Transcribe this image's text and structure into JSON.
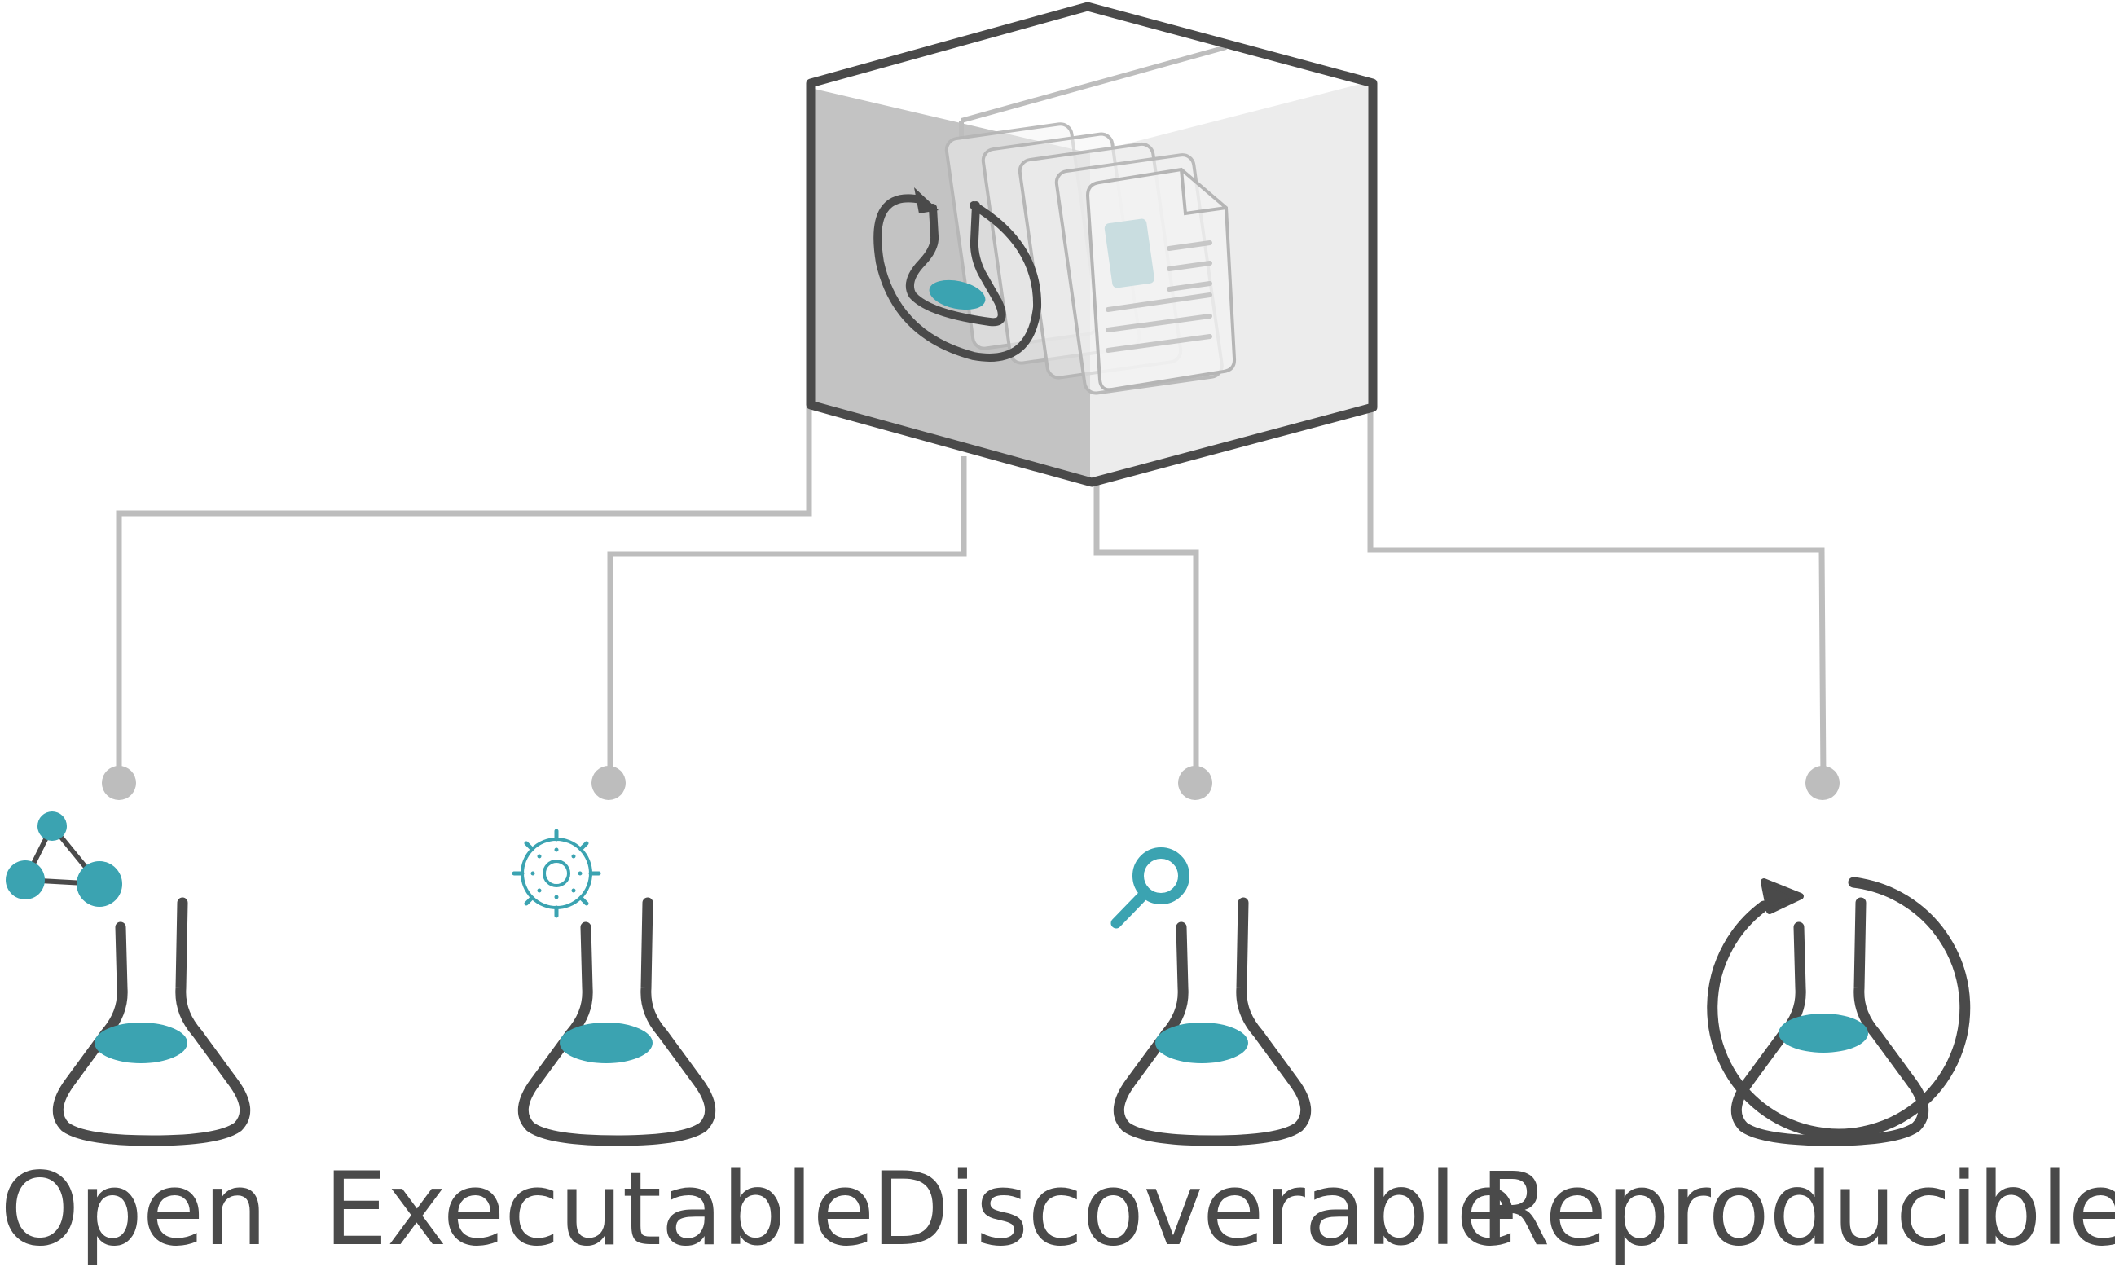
{
  "labels": {
    "open": "Open",
    "executable": "Executable",
    "discoverable": "Discoverable",
    "reproducible": "Reproducible"
  },
  "colors": {
    "teal": "#3ba3b1",
    "dark": "#4a4a4a",
    "connector": "#bdbdbd",
    "box_left": "#c3c3c3",
    "box_right": "#ececec"
  },
  "icons": {
    "package": "package-cube-icon",
    "open": "network-nodes-flask-icon",
    "executable": "gear-flask-icon",
    "discoverable": "magnifier-flask-icon",
    "reproducible": "circular-arrow-flask-icon"
  }
}
